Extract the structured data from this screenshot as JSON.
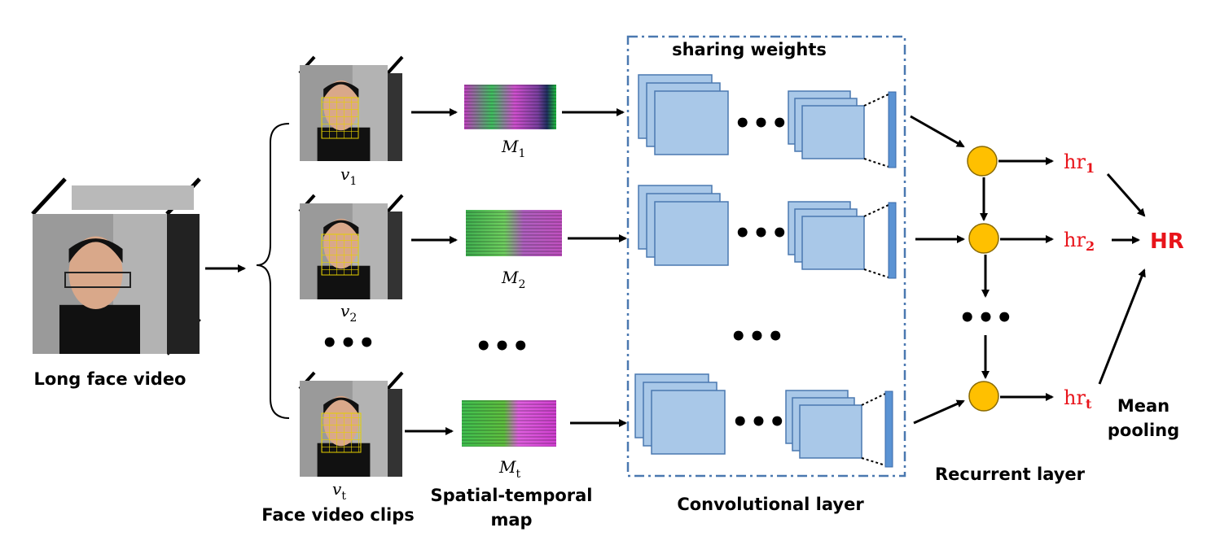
{
  "labels": {
    "long_face_video": "Long face video",
    "face_video_clips": "Face video clips",
    "spatial_temporal_line1": "Spatial-temporal",
    "spatial_temporal_line2": "map",
    "convolutional_layer": "Convolutional layer",
    "sharing_weights": "sharing weights",
    "recurrent_layer": "Recurrent layer",
    "mean_pooling_line1": "Mean",
    "mean_pooling_line2": "pooling",
    "output": "HR"
  },
  "clips": [
    {
      "symbol": "v",
      "sub": "1"
    },
    {
      "symbol": "v",
      "sub": "2"
    },
    {
      "symbol": "v",
      "sub": "t"
    }
  ],
  "maps": [
    {
      "symbol": "M",
      "sub": "1"
    },
    {
      "symbol": "M",
      "sub": "2"
    },
    {
      "symbol": "M",
      "sub": "t"
    }
  ],
  "rnn_outputs": [
    {
      "symbol": "hr",
      "sub": "1"
    },
    {
      "symbol": "hr",
      "sub": "2"
    },
    {
      "symbol": "hr",
      "sub": "t"
    }
  ],
  "ellipsis": "•••",
  "colors": {
    "conv_fill": "#a9c8e8",
    "conv_stroke": "#4a78b0",
    "node_fill": "#ffc000",
    "node_stroke": "#8a6a00",
    "output_red": "#e8141b",
    "dash_box": "#4a78b0"
  }
}
